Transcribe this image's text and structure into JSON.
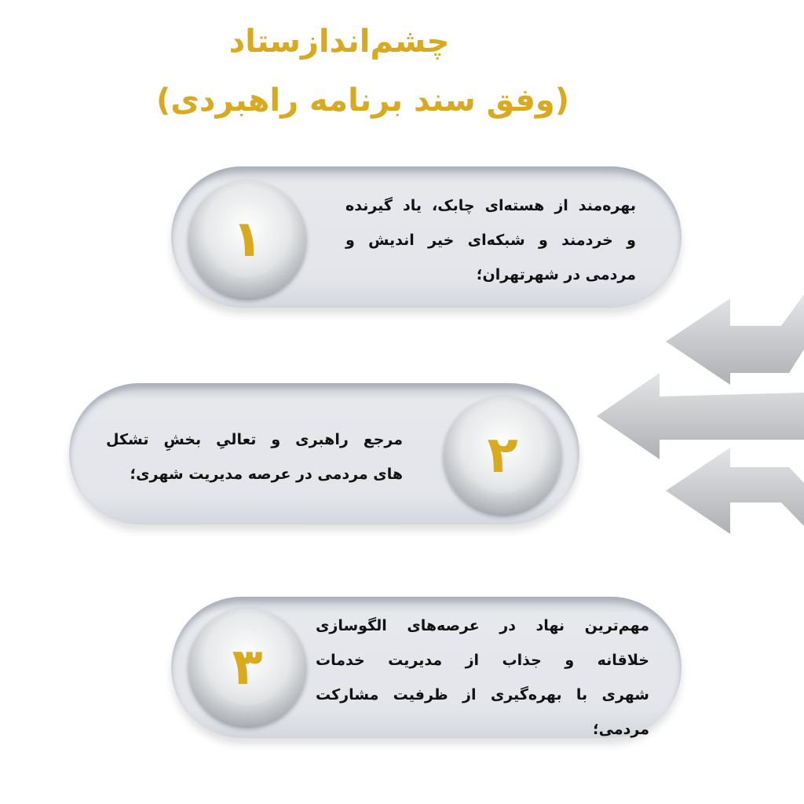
{
  "title": {
    "line1": "چشم‌اندازستاد",
    "line2": "(وفق سند برنامه راهبردی)"
  },
  "items": [
    {
      "number": "۱",
      "lines": [
        "بهره‌مند از هسته‌ای چابک، یاد گیرنده",
        "و خردمند و شبکه‌ای خیر اندیش و",
        "مردمی در شهرتهران؛"
      ]
    },
    {
      "number": "۲",
      "lines": [
        "مرجع راهبری و تعالیِ بخشِ تشکل",
        "های مردمی در عرصه مدیریت شهری؛"
      ]
    },
    {
      "number": "۳",
      "lines": [
        "مهم‌ترین نهاد در عرصه‌های الگوسازی",
        "خلاقانه و جذاب از مدیریت خدمات",
        "شهری با بهره‌گیری از ظرفیت مشارکت",
        "مردمی؛"
      ]
    }
  ],
  "colors": {
    "accent": "#d9a91f",
    "pill": "#e3e5ea",
    "arrow": "#c8c9cb"
  }
}
